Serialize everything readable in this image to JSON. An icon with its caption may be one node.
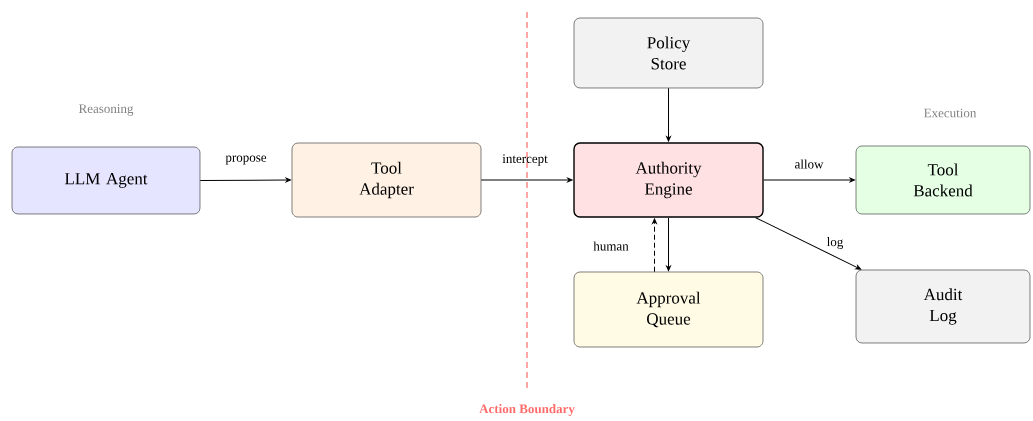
{
  "diagram": {
    "nodes": [
      {
        "text": [
          "LLM Agent"
        ]
      },
      {
        "text": [
          "Tool Adapter"
        ]
      },
      {
        "text": [
          "Policy Store"
        ]
      },
      {
        "text": [
          "Authority Engine"
        ]
      },
      {
        "text": [
          "Tool Backend"
        ]
      },
      {
        "text": [
          "Approval Queue"
        ]
      },
      {
        "text": [
          "Audit Log"
        ]
      }
    ],
    "edges": [
      {
        "from": 0,
        "to": 1,
        "arrow": "to",
        "label": "propose"
      },
      {
        "from": 1,
        "to": 3,
        "arrow": "to",
        "label": "intercept"
      },
      {
        "from": 2,
        "to": 3,
        "arrow": "to"
      },
      {
        "from": 3,
        "to": 4,
        "arrow": "to",
        "label": "allow"
      },
      {
        "from": 3,
        "to": 6,
        "arrow": "to",
        "label": "log"
      },
      {
        "from": 3,
        "to": 5,
        "arrow": "to"
      },
      {
        "from": 5,
        "to": 3,
        "arrow": "to",
        "label": "human",
        "style": "dashed"
      }
    ],
    "labels": [
      "Reasoning",
      "Execution",
      "Action Boundary"
    ]
  }
}
